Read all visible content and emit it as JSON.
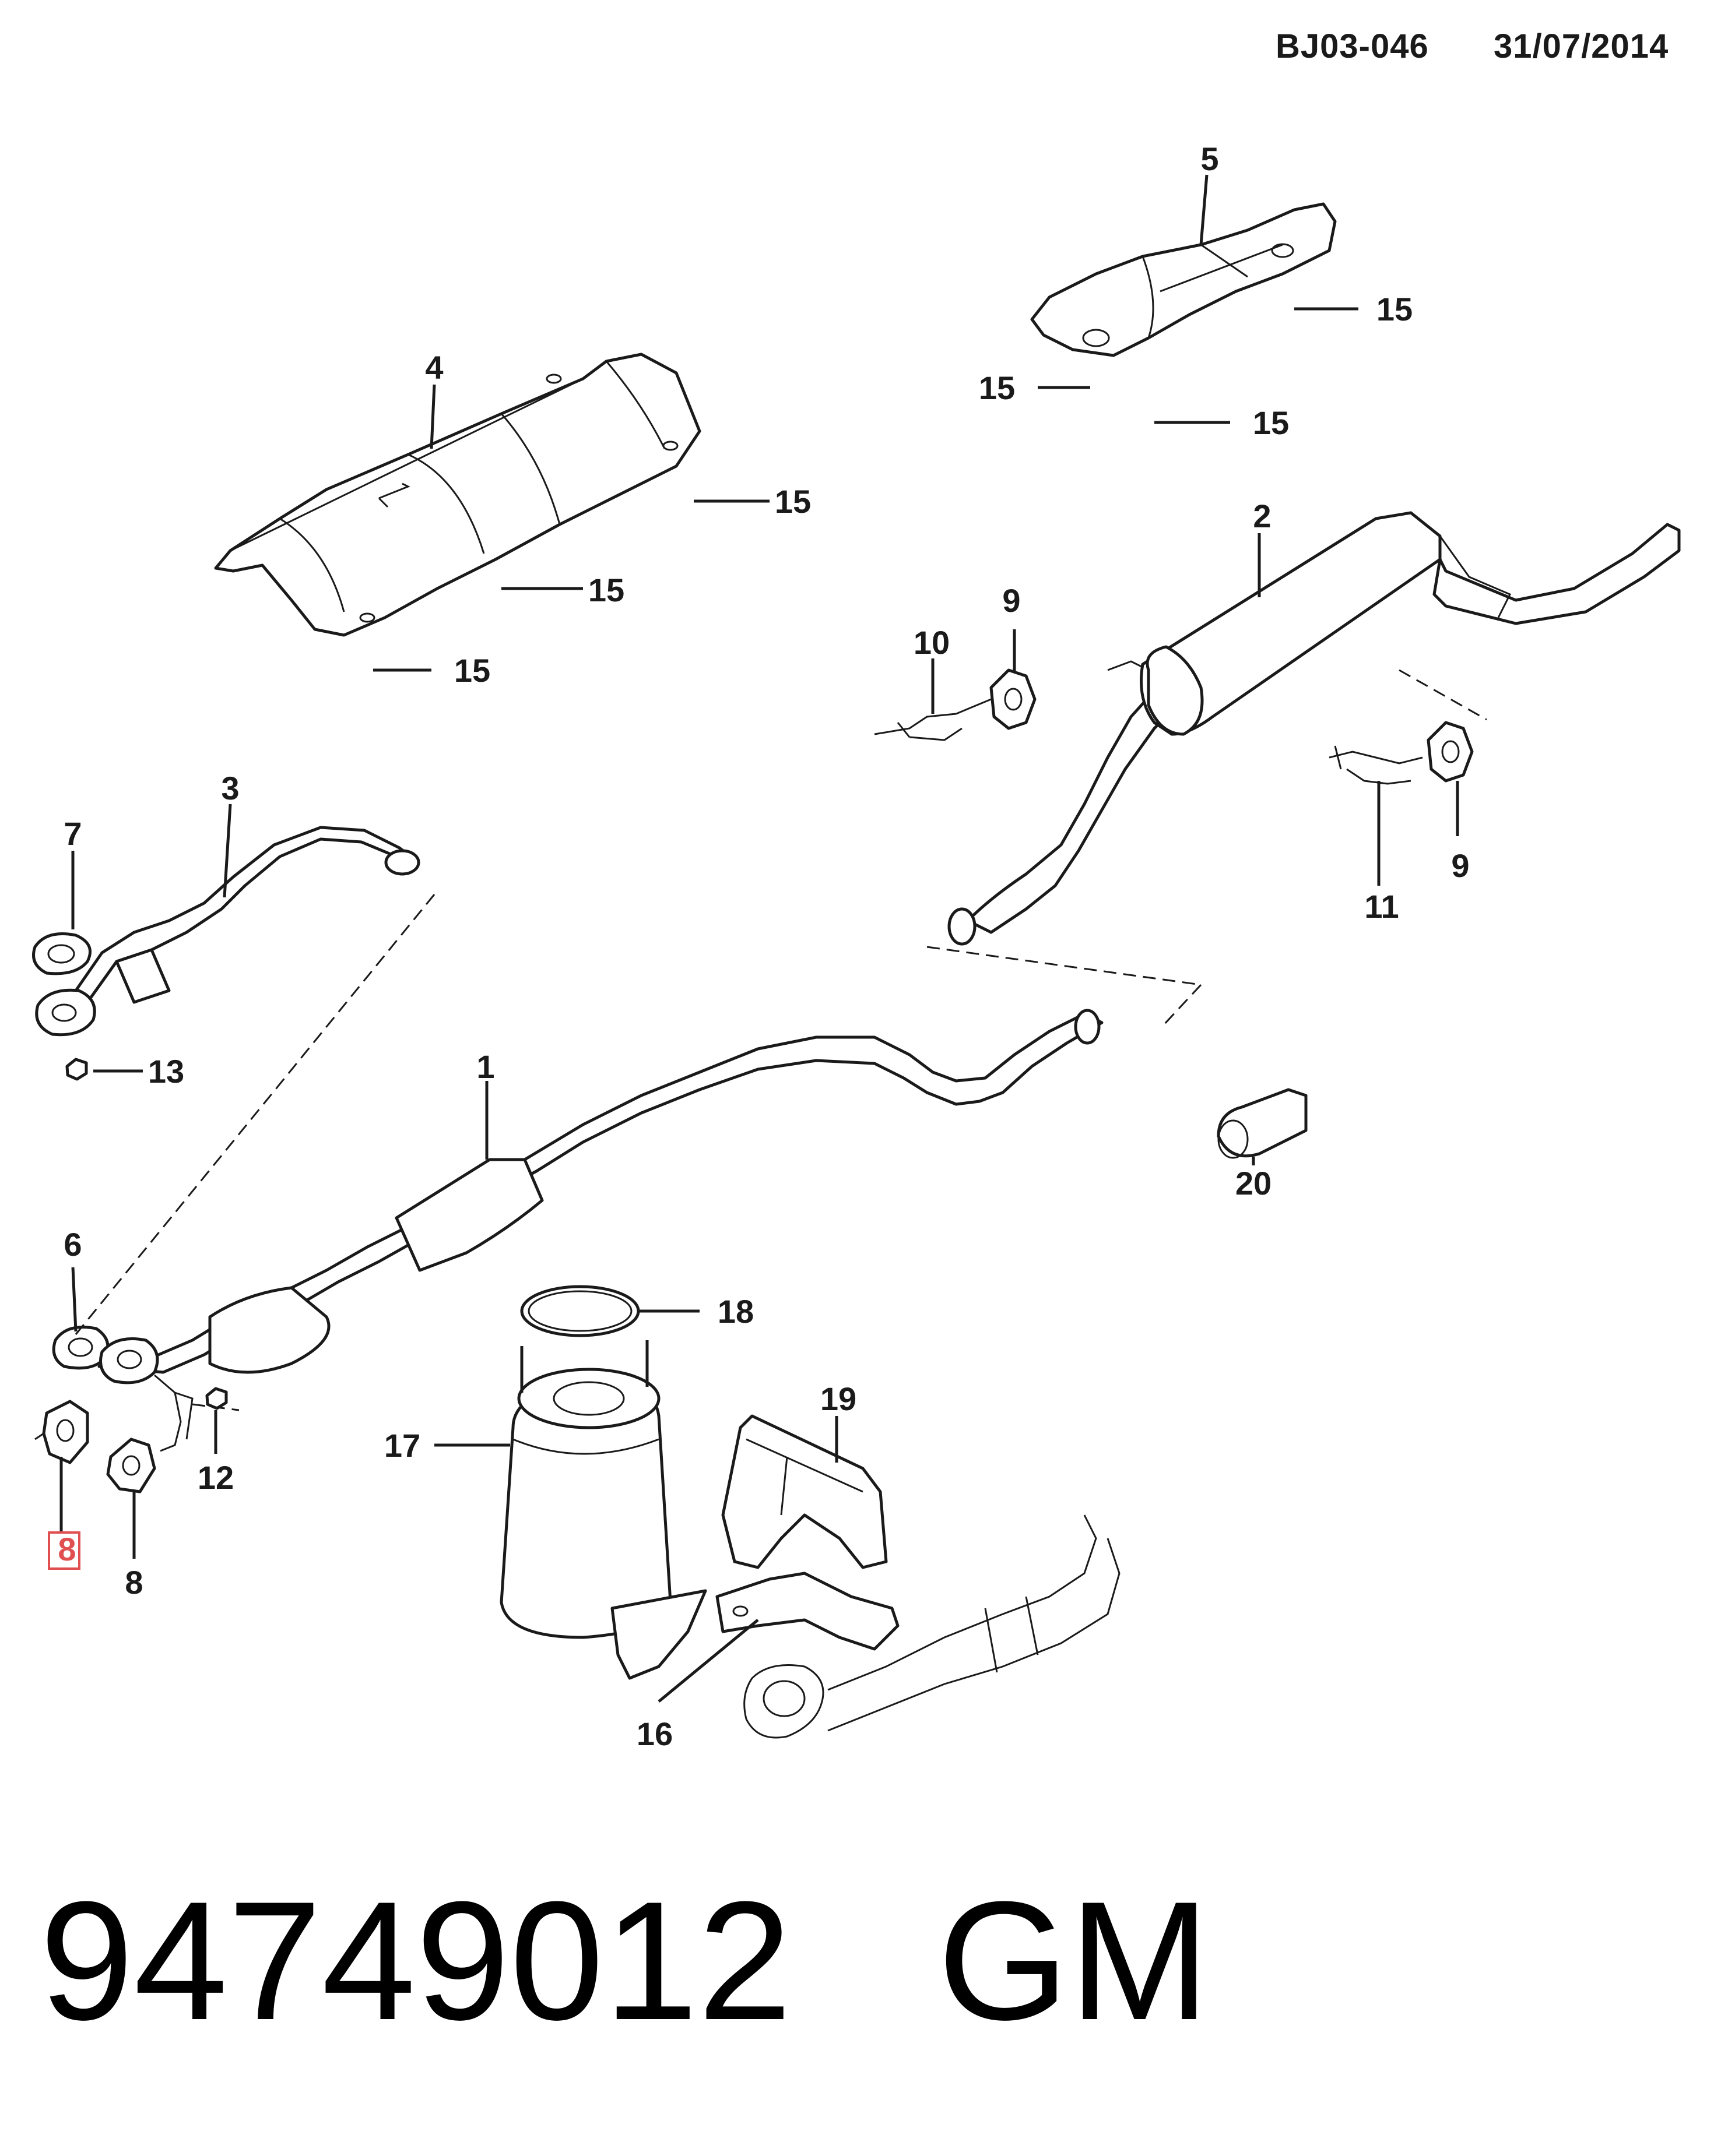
{
  "header": {
    "code": "BJ03-046",
    "date": "31/07/2014"
  },
  "footer": {
    "part_number": "94749012",
    "brand": "GM"
  },
  "callouts": {
    "c1": "1",
    "c2": "2",
    "c3": "3",
    "c4": "4",
    "c5": "5",
    "c6": "6",
    "c7": "7",
    "c8a": "8",
    "c8b": "8",
    "c9a": "9",
    "c9b": "9",
    "c10": "10",
    "c11": "11",
    "c12": "12",
    "c13": "13",
    "c15a": "15",
    "c15b": "15",
    "c15c": "15",
    "c15d": "15",
    "c15e": "15",
    "c15f": "15",
    "c16": "16",
    "c17": "17",
    "c18": "18",
    "c19": "19",
    "c20": "20"
  },
  "highlighted_callout": "8",
  "colors": {
    "line": "#1a1a1a",
    "highlight": "#e05050"
  }
}
